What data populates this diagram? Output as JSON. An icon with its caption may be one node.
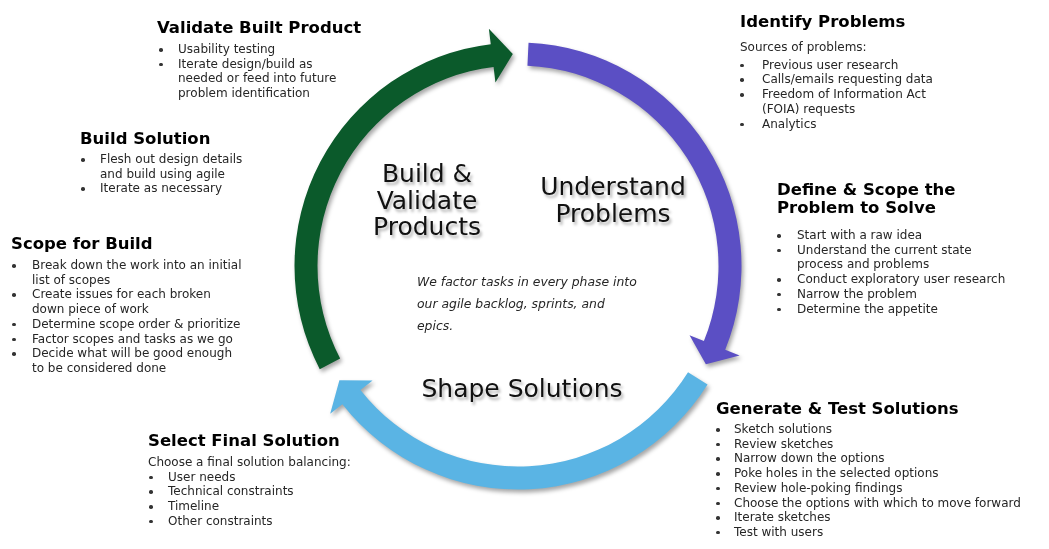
{
  "diagram": {
    "labels": [
      "Validate Built Product",
      "Usability testing",
      "Iterate design/build as needed or feed into future problem identification",
      "Identify Problems",
      "Sources of problems:",
      "Previous user research",
      "Calls/emails requesting data",
      "Freedom of Information Act (FOIA) requests",
      "Analytics",
      "Build Solution",
      "Flesh out design details and build using agile",
      "Iterate as necessary",
      "Build & Validate Products",
      "Understand Problems",
      "Define & Scope the Problem to Solve",
      "Start with a raw idea",
      "Understand the current state process and problems",
      "Conduct exploratory user research",
      "Narrow the problem",
      "Determine the appetite",
      "Scope for Build",
      "Break down the work into an initial list of scopes",
      "Create issues for each broken down piece of work",
      "Determine scope order & prioritize",
      "Factor scopes and tasks as we go",
      "Decide what will be good enough to be considered done",
      "We factor tasks in every phase into our agile backlog, sprints, and epics.",
      "Shape Solutions",
      "Generate & Test Solutions",
      "Sketch solutions",
      "Review sketches",
      "Narrow down the options",
      "Poke holes in the selected options",
      "Review hole-poking findings",
      "Choose the options with which to move forward",
      "Iterate sketches",
      "Test with users",
      "Select Final Solution",
      "Choose a final solution balancing:",
      "User needs",
      "Technical constraints",
      "Timeline",
      "Other constraints"
    ]
  }
}
